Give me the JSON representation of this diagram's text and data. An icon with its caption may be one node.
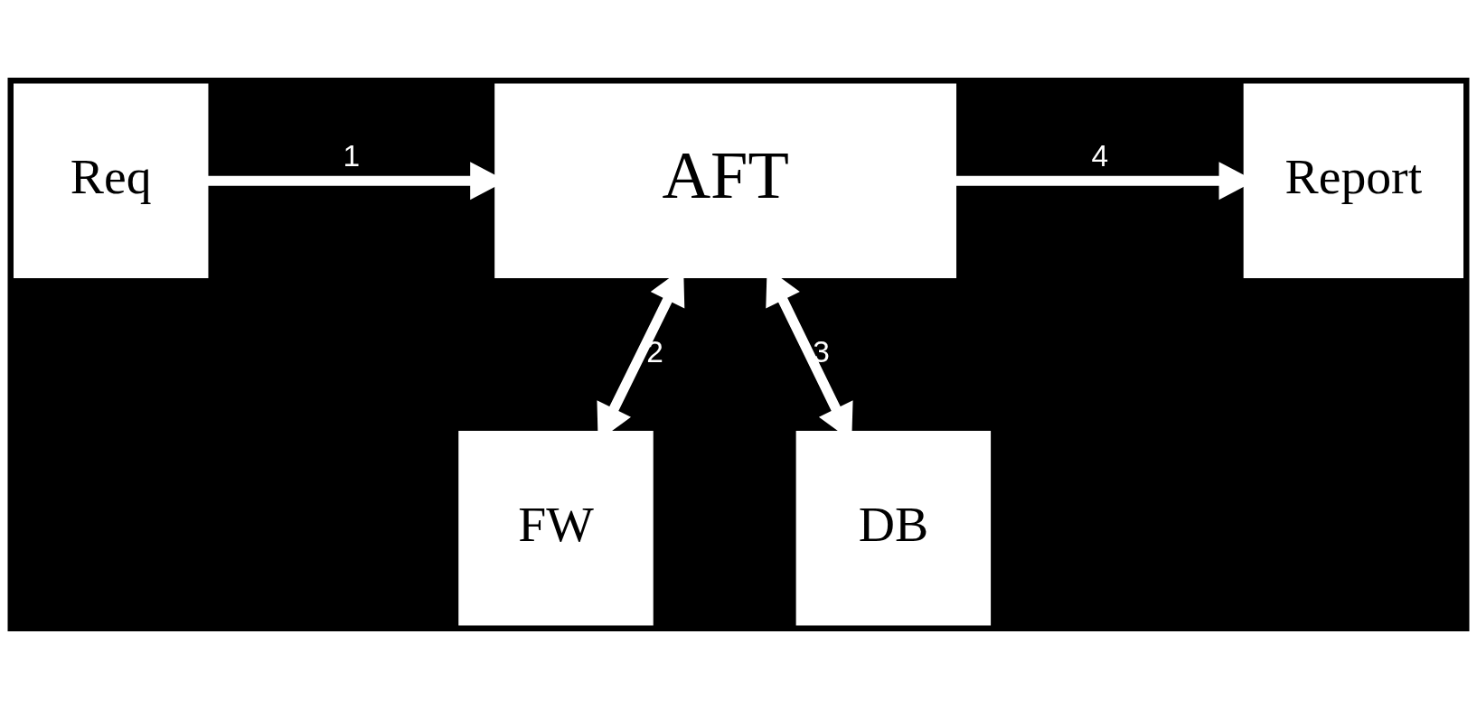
{
  "diagram": {
    "nodes": [
      {
        "text": [
          "Req"
        ]
      },
      {
        "text": [
          "AFT"
        ]
      },
      {
        "text": [
          "Report"
        ]
      },
      {
        "text": [
          "FW"
        ]
      },
      {
        "text": [
          "DB"
        ]
      }
    ],
    "edges": [
      {
        "from": 0,
        "to": 1,
        "arrow": "to",
        "label": "1"
      },
      {
        "from": 1,
        "to": 3,
        "arrow": "both",
        "label": "2"
      },
      {
        "from": 1,
        "to": 4,
        "arrow": "both",
        "label": "3"
      },
      {
        "from": 1,
        "to": 2,
        "arrow": "to",
        "label": "4"
      }
    ]
  }
}
